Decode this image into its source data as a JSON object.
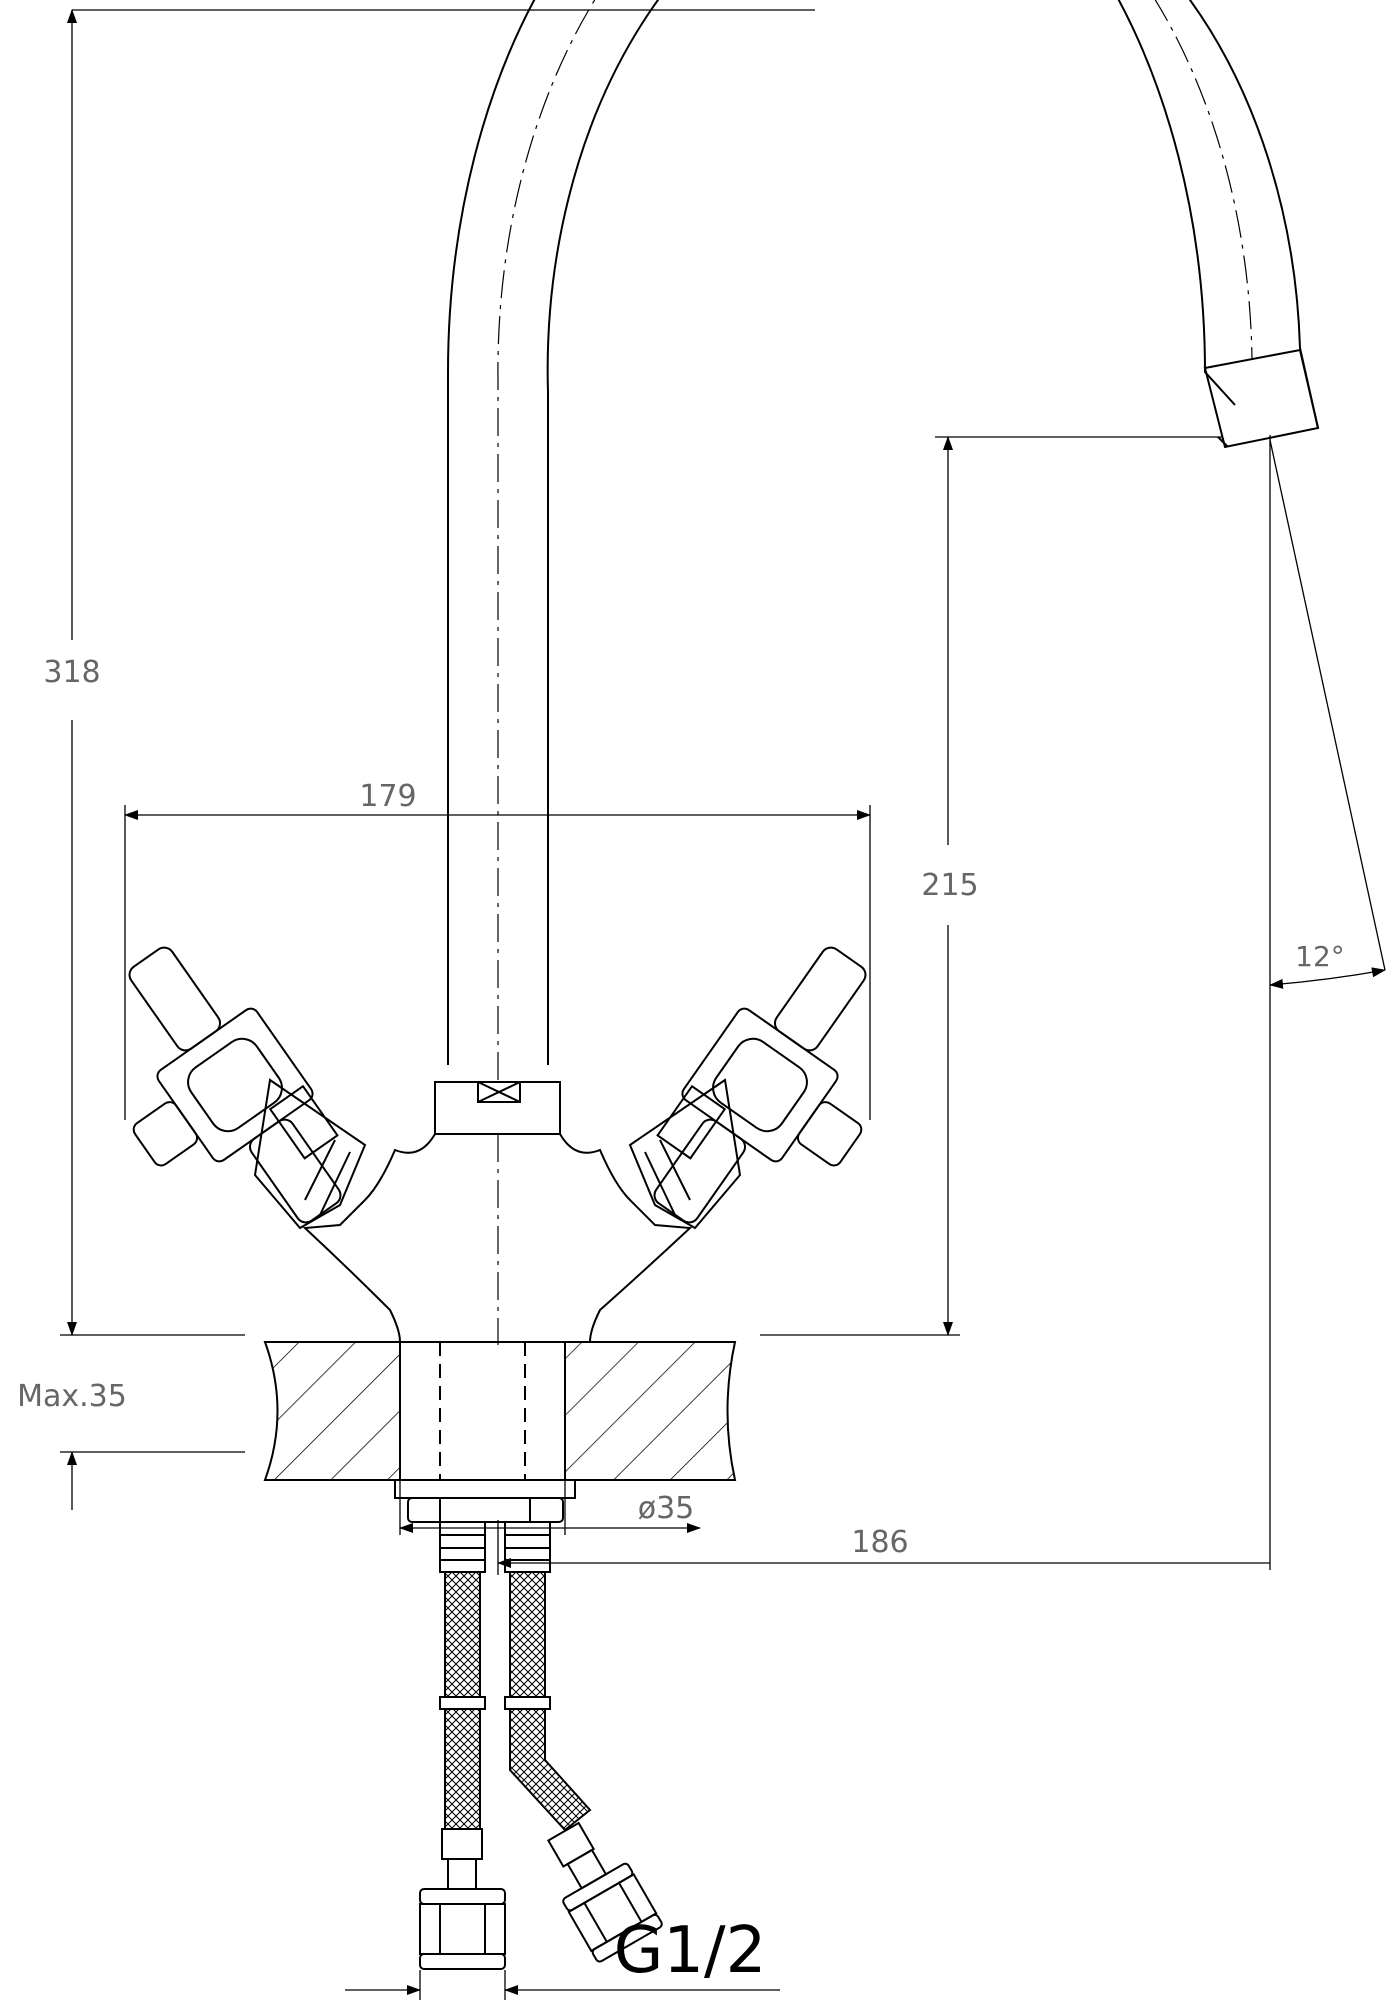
{
  "drawing": {
    "line_color": "#000000",
    "dimension_text_color": "#666666",
    "background": "#ffffff"
  },
  "dimensions": {
    "total_height": "318",
    "spread_width": "179",
    "spout_height": "215",
    "spout_reach": "186",
    "spout_angle": "12°",
    "deck_thickness": "Max.35",
    "mounting_hole": "ø35",
    "hose_thread": "G1/2"
  }
}
